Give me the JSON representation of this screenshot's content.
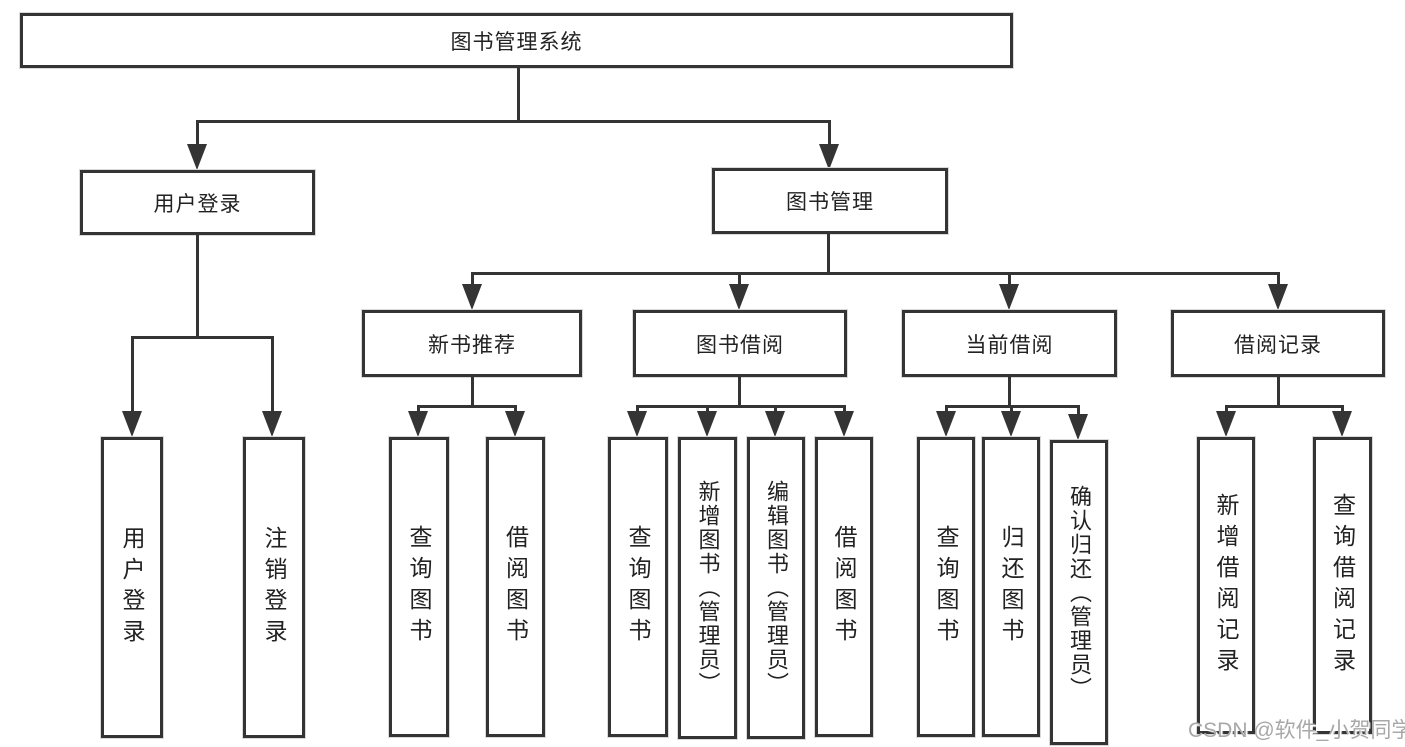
{
  "diagram_title": "图书管理系统",
  "tree": {
    "root": {
      "label": "图书管理系统"
    },
    "branches": [
      {
        "label": "用户登录",
        "children": [
          {
            "label": "用户登录"
          },
          {
            "label": "注销登录"
          }
        ]
      },
      {
        "label": "图书管理",
        "children": [
          {
            "label": "新书推荐",
            "children": [
              {
                "label": "查询图书"
              },
              {
                "label": "借阅图书"
              }
            ]
          },
          {
            "label": "图书借阅",
            "children": [
              {
                "label": "查询图书"
              },
              {
                "label": "新增图书（管理员）"
              },
              {
                "label": "编辑图书（管理员）"
              },
              {
                "label": "借阅图书"
              }
            ]
          },
          {
            "label": "当前借阅",
            "children": [
              {
                "label": "查询图书"
              },
              {
                "label": "归还图书"
              },
              {
                "label": "确认归还（管理员）"
              }
            ]
          },
          {
            "label": "借阅记录",
            "children": [
              {
                "label": "新增借阅记录"
              },
              {
                "label": "查询借阅记录"
              }
            ]
          }
        ]
      }
    ]
  },
  "watermark": {
    "text": "CSDN @软件_小贺同学"
  },
  "colors": {
    "line": "#343434",
    "box_border": "#343434",
    "box_fill": "#ffffff",
    "text": "#222222",
    "background": "#ffffff",
    "watermark": "#a8a8a8"
  }
}
